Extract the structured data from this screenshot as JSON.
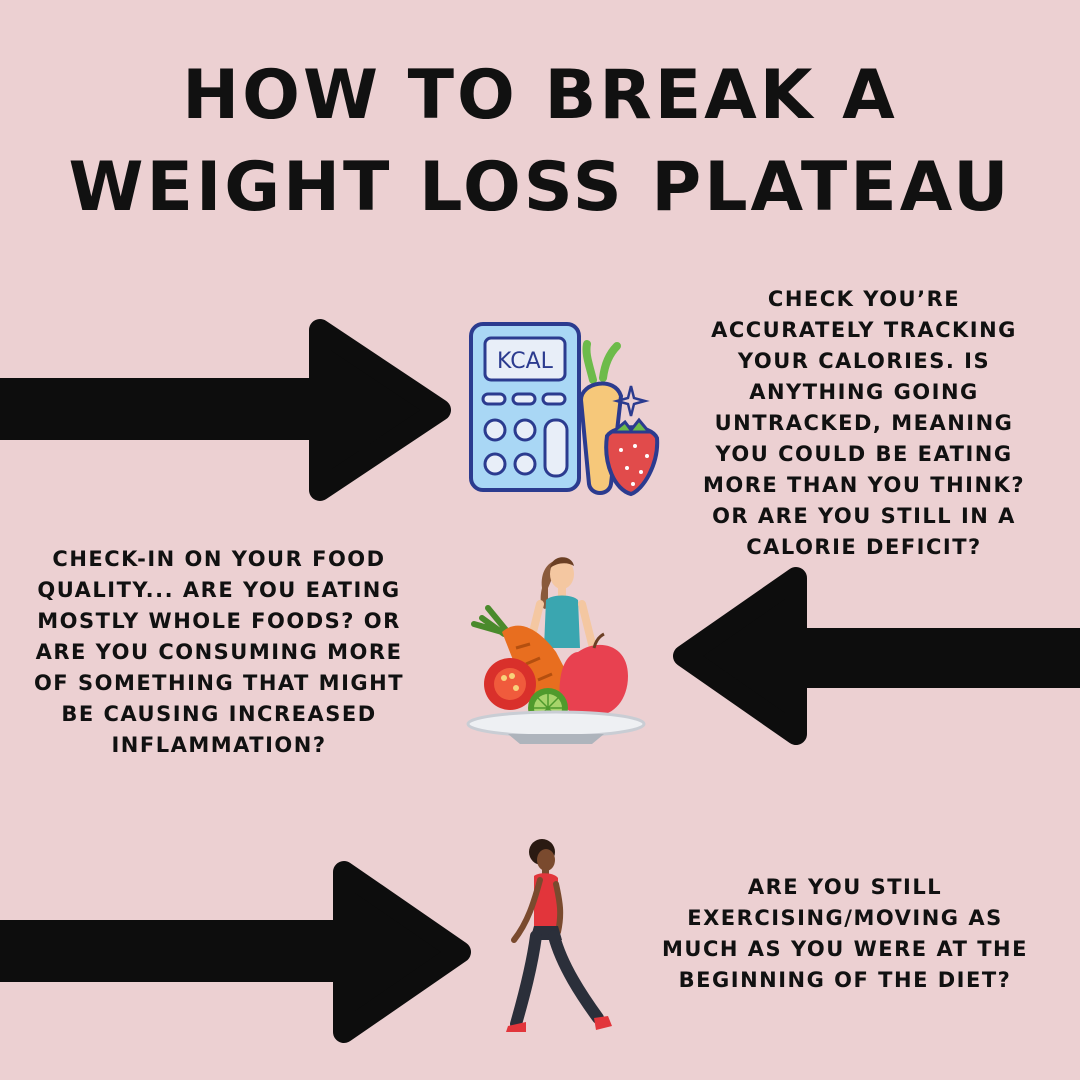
{
  "title": {
    "line1": "How to break a",
    "line2": "weight loss plateau"
  },
  "tips": [
    {
      "text": "Check you’re accurately tracking your calories. Is anything going untracked, meaning you could be eating more than you think? Or are you still in a calorie deficit?"
    },
    {
      "text": "Check-in on your food quality... Are you eating mostly whole foods? Or are you consuming more of something that might be causing increased inflammation?"
    },
    {
      "text": "Are you still exercising/moving as much as you were at the beginning of the diet?"
    }
  ],
  "calculator": {
    "display": "KCAL"
  },
  "colors": {
    "background": "#ecd0d2",
    "text": "#111111",
    "arrow": "#0d0d0d",
    "calculator_body": "#a9d7f5",
    "calculator_outline": "#2b3b8f",
    "carrot": "#f6c87a",
    "strawberry": "#e14b4b"
  },
  "icons": [
    "arrow-right-icon",
    "arrow-left-icon",
    "calculator-icon",
    "carrot-icon",
    "strawberry-icon",
    "sparkle-icon",
    "woman-food-plate-icon",
    "walking-woman-icon"
  ]
}
